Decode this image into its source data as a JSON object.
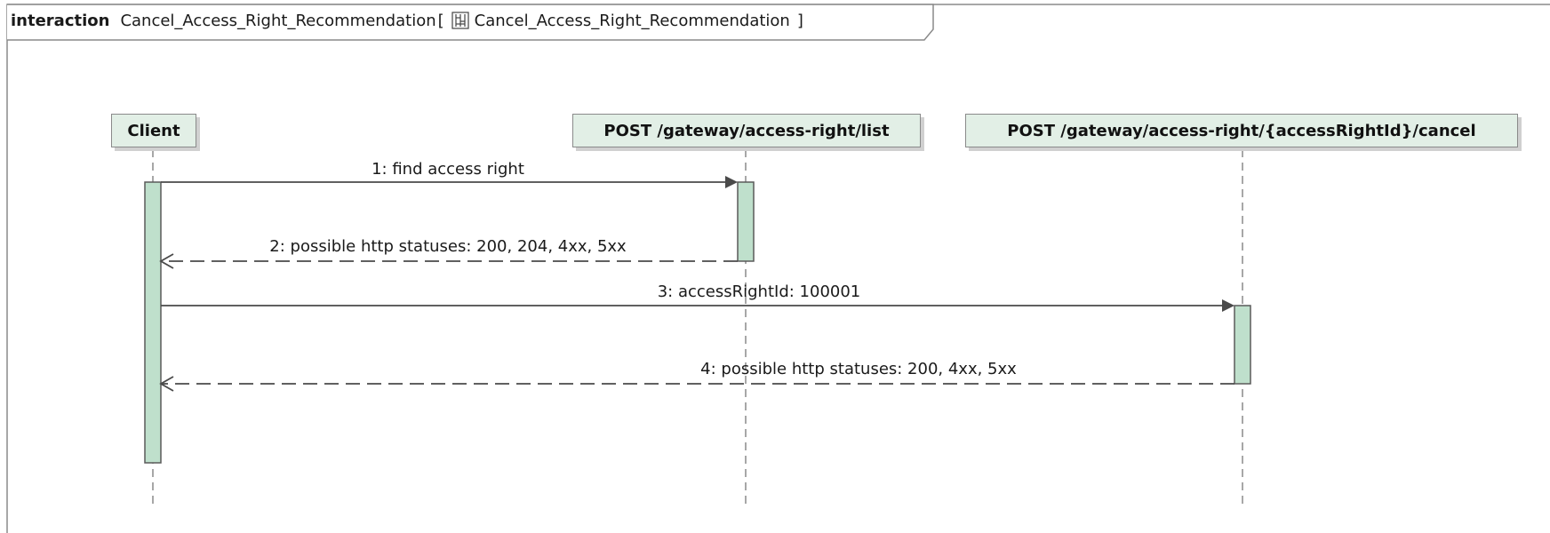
{
  "frame": {
    "keyword": "interaction",
    "name": "Cancel_Access_Right_Recommendation",
    "open_bracket": "[",
    "ref_icon": "interaction-diagram-icon",
    "ref_name": "Cancel_Access_Right_Recommendation",
    "close_bracket": "]"
  },
  "colors": {
    "participant_fill": "#e2efe6",
    "activation_fill": "#bfe0cc",
    "line": "#4a4a4a",
    "lifeline": "#8a8a8a"
  },
  "participants": [
    {
      "id": "client",
      "label": "Client"
    },
    {
      "id": "list",
      "label": "POST /gateway/access-right/list"
    },
    {
      "id": "cancel",
      "label": "POST /gateway/access-right/{accessRightId}/cancel"
    }
  ],
  "messages": [
    {
      "number": "1",
      "text": "1:  find access right",
      "from": "client",
      "to": "list",
      "kind": "call"
    },
    {
      "number": "2",
      "text": "2:  possible http statuses: 200, 204, 4xx, 5xx",
      "from": "list",
      "to": "client",
      "kind": "reply"
    },
    {
      "number": "3",
      "text": "3:  accessRightId: 100001",
      "from": "client",
      "to": "cancel",
      "kind": "call"
    },
    {
      "number": "4",
      "text": "4:  possible http statuses: 200, 4xx, 5xx",
      "from": "cancel",
      "to": "client",
      "kind": "reply"
    }
  ]
}
